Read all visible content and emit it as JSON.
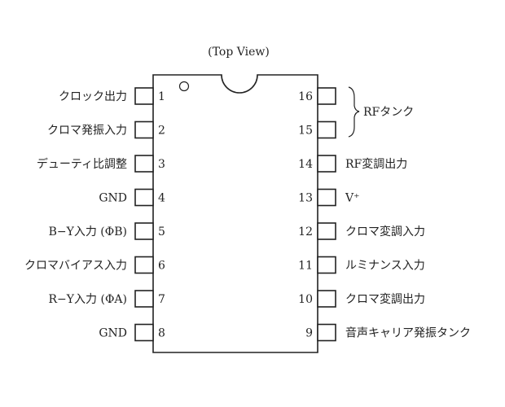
{
  "title": "(Top View)",
  "pins_left": [
    {
      "number": "1",
      "label": "クロック出力"
    },
    {
      "number": "2",
      "label": "クロマ発振入力"
    },
    {
      "number": "3",
      "label": "デューティ比調整"
    },
    {
      "number": "4",
      "label": "GND"
    },
    {
      "number": "5",
      "label": "B−Y入力 (ΦB)"
    },
    {
      "number": "6",
      "label": "クロマバイアス入力"
    },
    {
      "number": "7",
      "label": "R−Y入力 (ΦA)"
    },
    {
      "number": "8",
      "label": "GND"
    }
  ],
  "pins_right": [
    {
      "number": "16",
      "label": ""
    },
    {
      "number": "15",
      "label": ""
    },
    {
      "number": "14",
      "label": "RF変調出力"
    },
    {
      "number": "13",
      "label": "V⁺"
    },
    {
      "number": "12",
      "label": "クロマ変調入力"
    },
    {
      "number": "11",
      "label": "ルミナンス入力"
    },
    {
      "number": "10",
      "label": "クロマ変調出力"
    },
    {
      "number": "9",
      "label": "音声キャリア発振タンク"
    }
  ],
  "group_label": "RFタンク"
}
